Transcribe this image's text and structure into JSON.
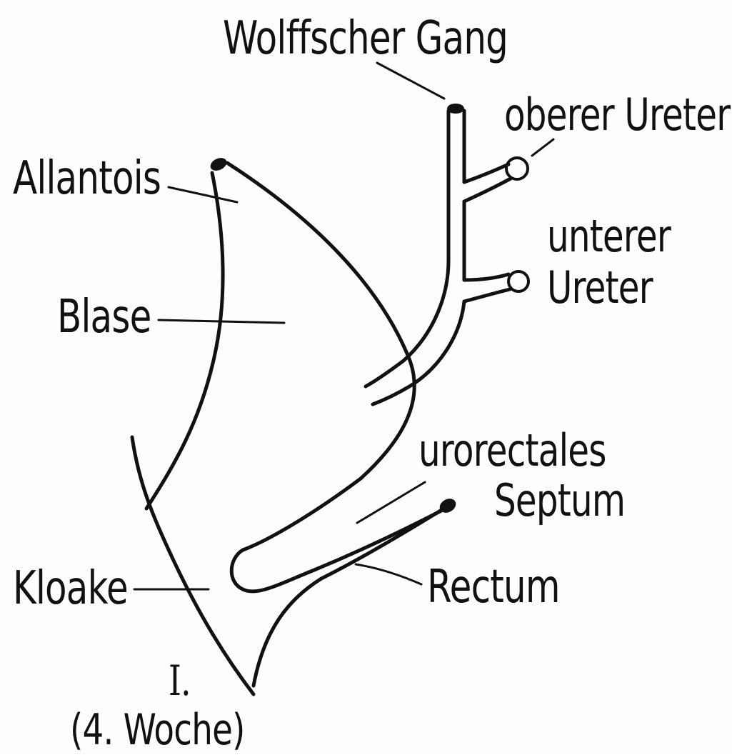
{
  "labels": {
    "wolffscher_gang": "Wolffscher Gang",
    "oberer_ureter": "oberer Ureter",
    "allantois": "Allantois",
    "unterer": "unterer",
    "ureter": "Ureter",
    "blase": "Blase",
    "urorectales": "urorectales",
    "septum": "Septum",
    "kloake": "Kloake",
    "rectum": "Rectum",
    "stage_numeral": "I.",
    "stage_week": "(4. Woche)"
  },
  "colors": {
    "ink": "#111111",
    "background": "#fdfdfd"
  }
}
